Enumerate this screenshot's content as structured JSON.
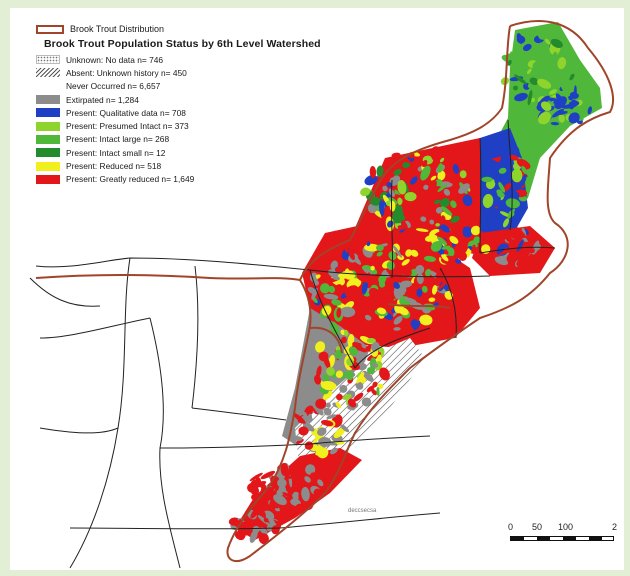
{
  "legend": {
    "distribution_label": "Brook Trout Distribution",
    "title": "Brook Trout Population Status by 6th Level Watershed",
    "items": [
      {
        "label": "Unknown: No data  n= 746",
        "pattern": "stipple",
        "color": "#ffffff"
      },
      {
        "label": "Absent: Unknown history  n= 450",
        "pattern": "hatch",
        "color": "#ffffff"
      },
      {
        "label": "Never Occurred  n= 6,657",
        "pattern": "none",
        "color": "#ffffff"
      },
      {
        "label": "Extirpated  n= 1,284",
        "pattern": "solid",
        "color": "#8c8c8c"
      },
      {
        "label": "Present: Qualitative data  n= 708",
        "pattern": "solid",
        "color": "#1f3fc4"
      },
      {
        "label": "Present: Presumed Intact  n= 373",
        "pattern": "solid",
        "color": "#8fd42c"
      },
      {
        "label": "Present: Intact large  n= 268",
        "pattern": "solid",
        "color": "#4fb83a"
      },
      {
        "label": "Present: Intact small  n= 12",
        "pattern": "solid",
        "color": "#238b2c"
      },
      {
        "label": "Present: Reduced  n= 518",
        "pattern": "solid",
        "color": "#f2ef1e"
      },
      {
        "label": "Present: Greatly reduced  n= 1,649",
        "pattern": "solid",
        "color": "#e3161a"
      }
    ]
  },
  "scale_bar": {
    "ticks": [
      "0",
      "50",
      "100",
      "2"
    ]
  },
  "credit": "deccsecsa",
  "colors": {
    "distribution_outline": "#a0452a",
    "boundary": "#222222",
    "background": "#e3efd5"
  }
}
